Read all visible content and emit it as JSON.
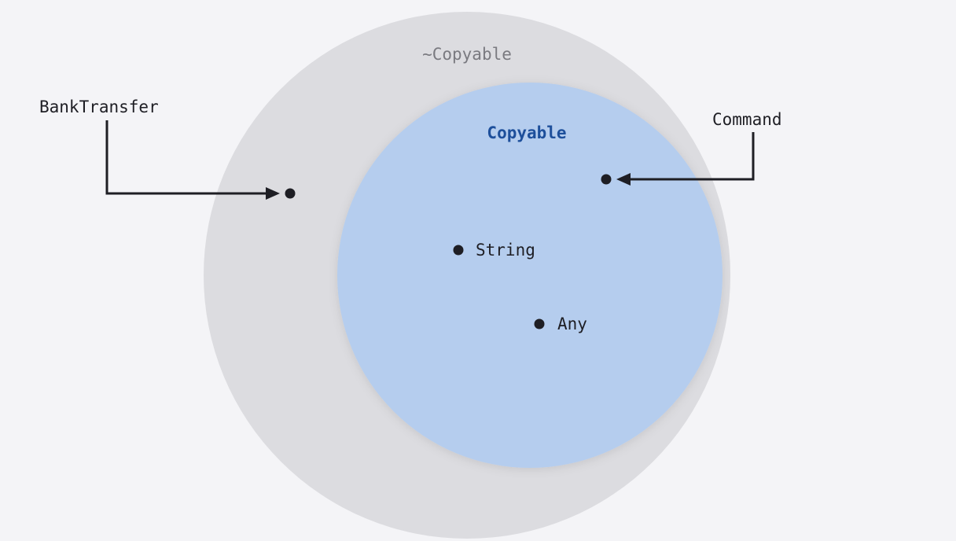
{
  "colors": {
    "background": "#f4f4f7",
    "outer_set_fill": "#dcdce0",
    "inner_set_fill": "#b5cdee",
    "outer_label": "#7a7a80",
    "inner_label": "#1d4f9b",
    "ink": "#1e1e24"
  },
  "sets": {
    "outer": {
      "label": "~Copyable"
    },
    "inner": {
      "label": "Copyable"
    }
  },
  "types": {
    "bank_transfer": {
      "label": "BankTransfer",
      "member_of": "~Copyable"
    },
    "command": {
      "label": "Command",
      "member_of": "Copyable"
    },
    "string": {
      "label": "String",
      "member_of": "Copyable"
    },
    "any": {
      "label": "Any",
      "member_of": "Copyable"
    }
  }
}
